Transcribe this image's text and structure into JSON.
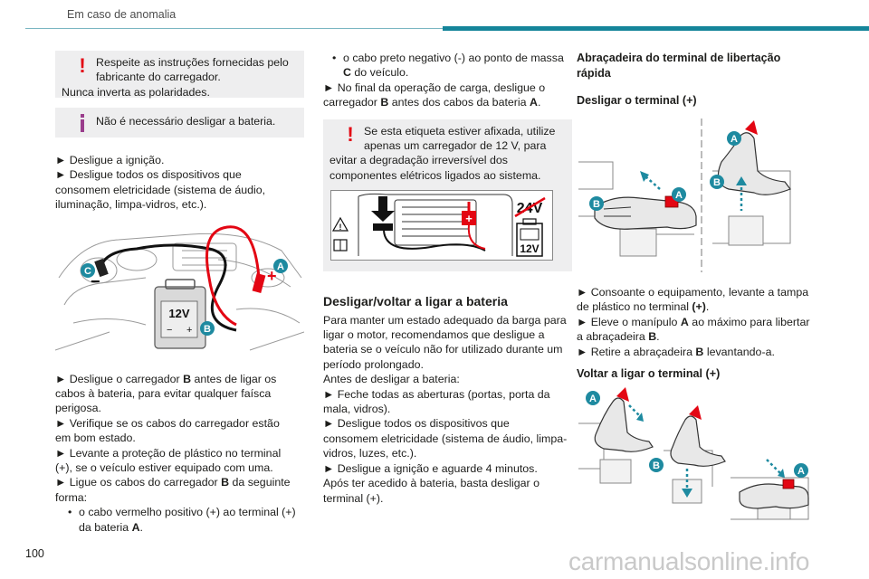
{
  "header": {
    "section_title": "Em caso de anomalia"
  },
  "page_number": "100",
  "watermark": "carmanualsonline.info",
  "col1": {
    "warn_box": {
      "line1": "Respeite as instruções fornecidas pelo",
      "line2": "fabricante do carregador.",
      "line3": "Nunca inverta as polaridades."
    },
    "info_box": {
      "text": "Não é necessário desligar a bateria."
    },
    "steps_a": [
      "► Desligue a ignição.",
      "► Desligue todos os dispositivos que",
      "consomem eletricidade (sistema de áudio,",
      "iluminação, limpa-vidros, etc.)."
    ],
    "figure1": {
      "label_a": "A",
      "label_b": "B",
      "label_c": "C",
      "battery_voltage": "12V",
      "plus": "+",
      "minus": "−"
    },
    "steps_b": {
      "l1_pre": "► Desligue o carregador ",
      "l1_b": "B",
      "l1_post": " antes de ligar os",
      "l2": "cabos à bateria, para evitar qualquer faísca",
      "l3": "perigosa.",
      "l4": "► Verifique se os cabos do carregador estão",
      "l5": "em bom estado.",
      "l6": "► Levante a proteção de plástico no terminal",
      "l7": "(+), se o veículo estiver equipado com uma.",
      "l8_pre": "► Ligue os cabos do carregador ",
      "l8_b": "B",
      "l8_post": " da seguinte",
      "l9": "forma:",
      "sub1_l1": "o cabo vermelho positivo (+) ao terminal (+)",
      "sub1_l2_pre": "da bateria ",
      "sub1_l2_b": "A",
      "sub1_l2_post": "."
    }
  },
  "col2": {
    "sub2_l1": "o cabo preto negativo (-) ao ponto de massa",
    "sub2_l2_b": "C",
    "sub2_l2_post": " do veículo.",
    "end_l1": "► No final da operação de carga, desligue o",
    "end_l2_pre": "carregador ",
    "end_l2_b": "B",
    "end_l2_mid": " antes dos cabos da bateria ",
    "end_l2_b2": "A",
    "end_l2_post": ".",
    "warn_box": {
      "l1": "Se esta etiqueta estiver afixada, utilize",
      "l2": "apenas um carregador de 12 V, para",
      "l3": "evitar a degradação irreversível dos",
      "l4": "componentes elétricos ligados ao sistema."
    },
    "label_fig": {
      "v24": "24V",
      "v12": "12V"
    },
    "heading": "Desligar/voltar a ligar a bateria",
    "body": [
      "Para manter um estado adequado da barga para",
      "ligar o motor, recomendamos que desligue a",
      "bateria se o veículo não for utilizado durante um",
      "período prolongado.",
      "Antes de desligar a bateria:",
      "► Feche todas as aberturas (portas, porta da",
      "mala, vidros).",
      "► Desligue todos os dispositivos que",
      "consomem eletricidade (sistema de áudio, limpa-",
      "vidros, luzes, etc.).",
      "► Desligue a ignição e aguarde 4 minutos.",
      "Após ter acedido à bateria, basta desligar o",
      "terminal (+)."
    ]
  },
  "col3": {
    "heading_l1": "Abraçadeira do terminal de libertação",
    "heading_l2": "rápida",
    "sub_heading1": "Desligar o terminal (+)",
    "fig_disconnect": {
      "a": "A",
      "b": "B"
    },
    "steps": {
      "l1": "► Consoante o equipamento, levante a tampa",
      "l2_pre": "de plástico no terminal ",
      "l2_b": "(+)",
      "l2_post": ".",
      "l3_pre": "► Eleve o manípulo ",
      "l3_b": "A",
      "l3_post": " ao máximo para libertar",
      "l4_pre": "a abraçadeira ",
      "l4_b": "B",
      "l4_post": ".",
      "l5_pre": "► Retire a abraçadeira ",
      "l5_b": "B",
      "l5_post": " levantando-a."
    },
    "sub_heading2": "Voltar a ligar o terminal (+)",
    "fig_reconnect": {
      "a": "A",
      "b": "B"
    }
  },
  "colors": {
    "accent": "#15859a",
    "warning": "#e30613",
    "info": "#9a3d8c",
    "label_bubble": "#1e8aa0",
    "box_bg": "#eeeeef"
  },
  "icons": {
    "warning": "exclamation-icon",
    "info": "info-icon"
  }
}
